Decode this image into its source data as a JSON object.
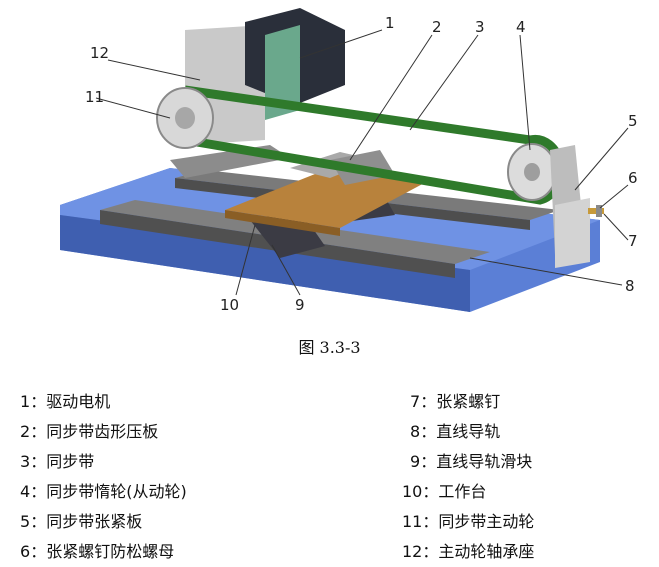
{
  "figure": {
    "caption": "图 3.3-3",
    "callouts": [
      "1",
      "2",
      "3",
      "4",
      "5",
      "6",
      "7",
      "8",
      "9",
      "10",
      "11",
      "12"
    ]
  },
  "legend": [
    {
      "num": "1",
      "sep": "：",
      "label": "驱动电机"
    },
    {
      "num": "2",
      "sep": "：",
      "label": "同步带齿形压板"
    },
    {
      "num": "3",
      "sep": "：",
      "label": "同步带"
    },
    {
      "num": "4",
      "sep": "：",
      "label": "同步带惰轮(从动轮)"
    },
    {
      "num": "5",
      "sep": "：",
      "label": "同步带张紧板"
    },
    {
      "num": "6",
      "sep": "：",
      "label": "张紧螺钉防松螺母"
    },
    {
      "num": "7",
      "sep": "：",
      "label": "张紧螺钉"
    },
    {
      "num": "8",
      "sep": "：",
      "label": "直线导轨"
    },
    {
      "num": "9",
      "sep": "：",
      "label": "直线导轨滑块"
    },
    {
      "num": "10",
      "sep": "：",
      "label": "工作台"
    },
    {
      "num": "11",
      "sep": "：",
      "label": "同步带主动轮"
    },
    {
      "num": "12",
      "sep": "：",
      "label": "主动轮轴承座"
    }
  ],
  "colors": {
    "base_plate": "#5b7fd6",
    "belt": "#2f7a2b",
    "table": "#b8823c",
    "rail": "#6d6d6d",
    "motor": "#2a2f3a",
    "bracket": "#c9c9c9"
  }
}
